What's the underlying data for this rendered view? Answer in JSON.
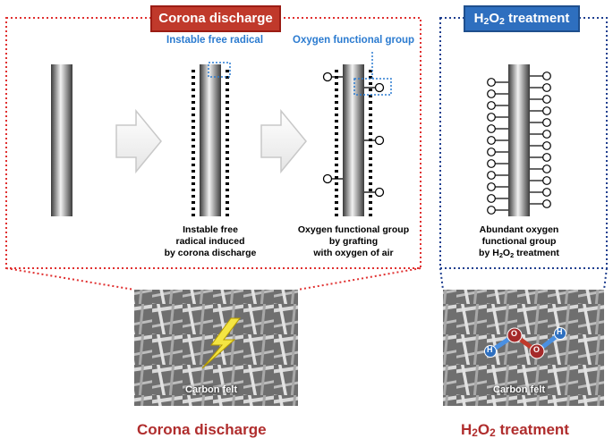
{
  "corona": {
    "title": "Corona discharge",
    "callout_radical": "Instable free radical",
    "callout_oxygen": "Oxygen functional group",
    "cap_radical": [
      "Instable free",
      "radical induced",
      "by corona discharge"
    ],
    "cap_oxygen": [
      "Oxygen functional group",
      "by grafting",
      "with oxygen of air"
    ],
    "felt_label": "Carbon felt",
    "footer": "Corona discharge"
  },
  "h2o2": {
    "title_prefix": "H",
    "title_sub1": "2",
    "title_mid": "O",
    "title_sub2": "2",
    "title_suffix": " treatment",
    "cap_lines": [
      "Abundant oxygen",
      "functional group"
    ],
    "cap_by": "by H",
    "cap_sub1": "2",
    "cap_o": "O",
    "cap_sub2": "2",
    "cap_tail": " treatment",
    "felt_label": "Carbon felt",
    "atoms": [
      "H",
      "O",
      "O",
      "H"
    ],
    "footer_prefix": "H",
    "footer_sub1": "2",
    "footer_o": "O",
    "footer_sub2": "2",
    "footer_tail": " treatment"
  },
  "colors": {
    "red": "#c0392b",
    "blue": "#2e6fbf",
    "callout": "#2b7bd0",
    "bolt": "#f4e542"
  },
  "icons": [
    "arrow-right-icon",
    "lightning-bolt-icon"
  ]
}
